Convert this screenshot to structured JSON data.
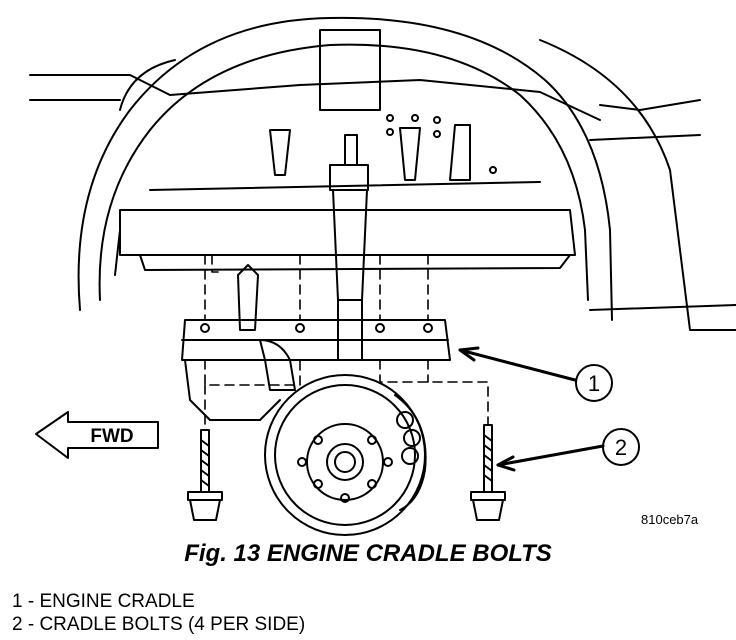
{
  "figure": {
    "callout_1": "1",
    "callout_2": "2",
    "fwd_label": "FWD",
    "reference_code": "810ceb7a",
    "caption": "Fig. 13 ENGINE CRADLE BOLTS"
  },
  "legend": [
    {
      "text": "1 - ENGINE CRADLE"
    },
    {
      "text": "2 - CRADLE BOLTS (4 PER SIDE)"
    }
  ]
}
